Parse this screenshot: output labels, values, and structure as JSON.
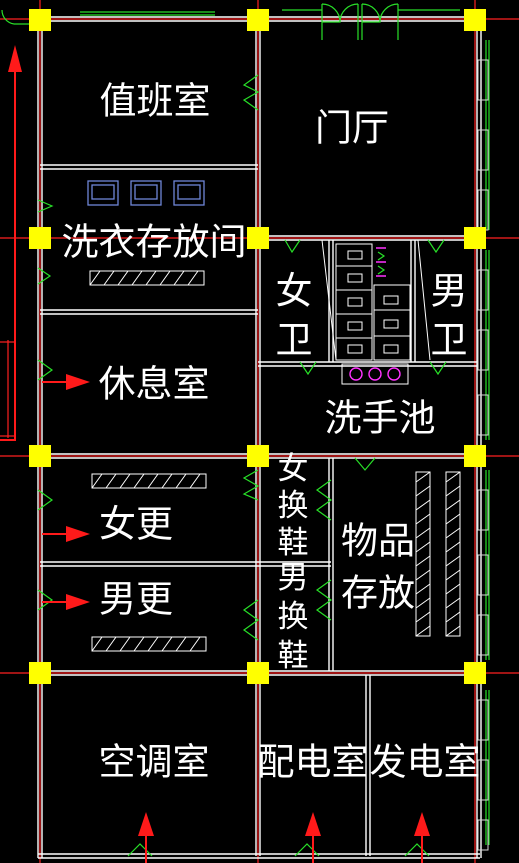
{
  "rooms": {
    "duty_room": "值班室",
    "lobby": "门厅",
    "laundry_storage": "洗衣存放间",
    "womens_toilet_line1": "女",
    "womens_toilet_line2": "卫",
    "mens_toilet_line1": "男",
    "mens_toilet_line2": "卫",
    "lounge": "休息室",
    "wash_basin": "洗手池",
    "womens_changing": "女更",
    "womens_shoe_change_1": "女",
    "womens_shoe_change_2": "换",
    "womens_shoe_change_3": "鞋",
    "goods_storage_line1": "物品",
    "goods_storage_line2": "存放",
    "mens_changing": "男更",
    "mens_shoe_change_1": "男",
    "mens_shoe_change_2": "换",
    "mens_shoe_change_3": "鞋",
    "ac_room": "空调室",
    "power_distribution": "配电室",
    "generator_room": "发电室"
  },
  "colors": {
    "background": "#000000",
    "walls": "#ffffff",
    "axis_lines": "#ff2020",
    "doors_windows": "#28e028",
    "columns": "#ffff00",
    "entry_arrows": "#ff1a1a",
    "washers": "#6f86d8",
    "plumbing_marks": "#ff33ff"
  }
}
